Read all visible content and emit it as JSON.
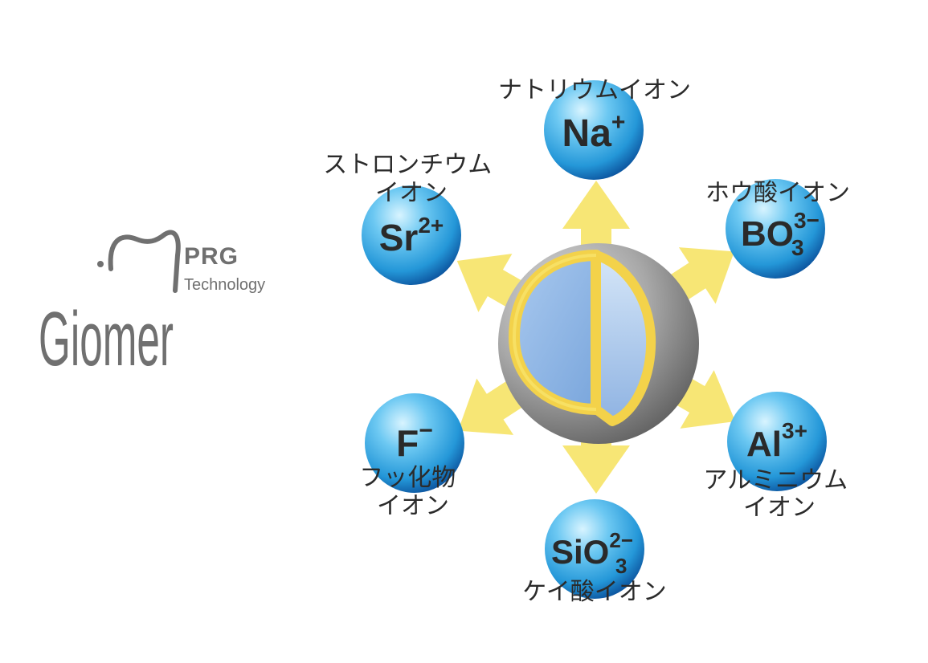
{
  "logo": {
    "name": "Giomer",
    "sub_mark": "PRG",
    "sub_text": "Technology"
  },
  "ions": {
    "na": {
      "symbol": "Na",
      "sup": "+",
      "sub": "",
      "label_lines": [
        "ナトリウムイオン"
      ]
    },
    "bo": {
      "symbol": "BO",
      "sup": "3−",
      "sub": "3",
      "label_lines": [
        "ホウ酸イオン"
      ]
    },
    "al": {
      "symbol": "Al",
      "sup": "3+",
      "sub": "",
      "label_lines": [
        "アルミニウム",
        "イオン"
      ]
    },
    "sio": {
      "symbol": "SiO",
      "sup": "2−",
      "sub": "3",
      "label_lines": [
        "ケイ酸イオン"
      ]
    },
    "f": {
      "symbol": "F",
      "sup": "−",
      "sub": "",
      "label_lines": [
        "フッ化物",
        "イオン"
      ]
    },
    "sr": {
      "symbol": "Sr",
      "sup": "2+",
      "sub": "",
      "label_lines": [
        "ストロンチウム",
        "イオン"
      ]
    }
  },
  "colors": {
    "ion_light": "#bfeaff",
    "ion_mid": "#3fb0e8",
    "ion_dark": "#0a5aa8",
    "arrow": "#f7e46a",
    "core_blue": "#8fb8e6",
    "shell_gray": "#9a9a9a",
    "ring_yellow": "#f3d24a",
    "logo_gray": "#707070"
  }
}
